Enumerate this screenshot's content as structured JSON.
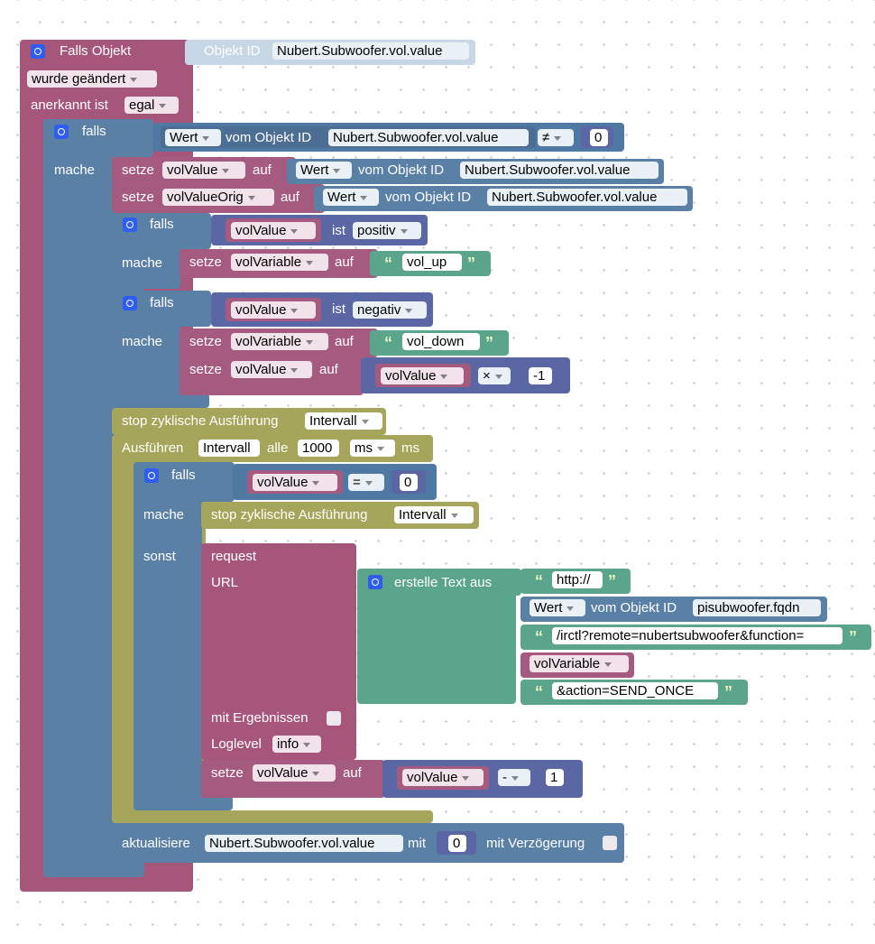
{
  "trigger": {
    "title": "Falls Objekt",
    "object_label": "Objekt ID",
    "object_id": "Nubert.Subwoofer.vol.value",
    "changed": "wurde geändert",
    "ack_label": "anerkannt ist",
    "ack_value": "egal"
  },
  "if1": {
    "falls": "falls",
    "mache": "mache",
    "wert": "Wert",
    "vom_objekt": "vom Objekt ID",
    "object_id": "Nubert.Subwoofer.vol.value",
    "op": "≠",
    "num": "0"
  },
  "set1": {
    "setze": "setze",
    "var": "volValue",
    "auf": "auf",
    "wert": "Wert",
    "vom_objekt": "vom Objekt ID",
    "object_id": "Nubert.Subwoofer.vol.value"
  },
  "set2": {
    "setze": "setze",
    "var": "volValueOrig",
    "auf": "auf",
    "wert": "Wert",
    "vom_objekt": "vom Objekt ID",
    "object_id": "Nubert.Subwoofer.vol.value"
  },
  "if2": {
    "falls": "falls",
    "mache": "mache",
    "var": "volValue",
    "ist": "ist",
    "cond": "positiv",
    "setze": "setze",
    "set_var": "volVariable",
    "auf": "auf",
    "text": "vol_up"
  },
  "if3": {
    "falls": "falls",
    "mache": "mache",
    "var": "volValue",
    "ist": "ist",
    "cond": "negativ",
    "setze": "setze",
    "set_var": "volVariable",
    "auf": "auf",
    "text": "vol_down",
    "setze2": "setze",
    "set_var2": "volValue",
    "auf2": "auf",
    "mul_var": "volValue",
    "mul_op": "×",
    "mul_num": "-1"
  },
  "stop1": {
    "label": "stop zyklische Ausführung",
    "value": "Intervall"
  },
  "interval": {
    "label": "Ausführen",
    "name": "Intervall",
    "alle": "alle",
    "ms_value": "1000",
    "unit": "ms",
    "suffix": "ms"
  },
  "if4": {
    "falls": "falls",
    "mache": "mache",
    "sonst": "sonst",
    "var": "volValue",
    "op": "=",
    "num": "0"
  },
  "stop2": {
    "label": "stop zyklische Ausführung",
    "value": "Intervall"
  },
  "request": {
    "label": "request",
    "url": "URL",
    "results": "mit Ergebnissen",
    "loglevel": "Loglevel",
    "loglevel_value": "info",
    "set_label": "setze",
    "set_var": "volValue",
    "auf": "auf",
    "sub_var": "volValue",
    "sub_op": "-",
    "sub_num": "1"
  },
  "text_join": {
    "label": "erstelle Text aus",
    "part1": "http://",
    "wert": "Wert",
    "vom_objekt": "vom Objekt ID",
    "object_id": "pisubwoofer.fqdn",
    "part3": "/irctl?remote=nubertsubwoofer&function=",
    "part4_var": "volVariable",
    "part5": "&action=SEND_ONCE"
  },
  "update": {
    "label": "aktualisiere",
    "object_id": "Nubert.Subwoofer.vol.value",
    "mit": "mit",
    "num": "0",
    "delay": "mit Verzögerung"
  },
  "colors": {
    "trigger": "#a5567a",
    "logic": "#5b80a5",
    "variables": "#a55b80",
    "math": "#5b67a5",
    "text": "#5ba58c",
    "timer": "#a5a55b"
  }
}
